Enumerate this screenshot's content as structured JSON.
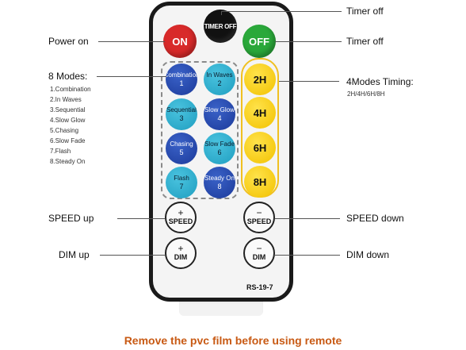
{
  "remote": {
    "model": "RS-19-7",
    "buttons": {
      "on": "ON",
      "timer_off": "TIMER OFF",
      "off": "OFF"
    },
    "modes": [
      {
        "name": "Combination",
        "num": "1",
        "color": "#2a4fb8"
      },
      {
        "name": "In Waves",
        "num": "2",
        "color": "#2ab0d0"
      },
      {
        "name": "Sequential",
        "num": "3",
        "color": "#2ab0d0"
      },
      {
        "name": "Slow Glow",
        "num": "4",
        "color": "#2a4fb8"
      },
      {
        "name": "Chasing",
        "num": "5",
        "color": "#2a4fb8"
      },
      {
        "name": "Slow Fade",
        "num": "6",
        "color": "#2ab0d0"
      },
      {
        "name": "Flash",
        "num": "7",
        "color": "#2ab0d0"
      },
      {
        "name": "Steady On",
        "num": "8",
        "color": "#2a4fb8"
      }
    ],
    "timers": [
      "2H",
      "4H",
      "6H",
      "8H"
    ],
    "speed_up": {
      "symbol": "+",
      "label": "SPEED"
    },
    "speed_down": {
      "symbol": "−",
      "label": "SPEED"
    },
    "dim_up": {
      "symbol": "+",
      "label": "DIM"
    },
    "dim_down": {
      "symbol": "−",
      "label": "DIM"
    }
  },
  "callouts": {
    "timer_off_top": "Timer off",
    "power_on": "Power on",
    "timer_off_right": "Timer off",
    "modes_title": "8 Modes:",
    "modes_list": [
      "1.Combination",
      "2.In Waves",
      "3.Sequential",
      "4.Slow Glow",
      "5.Chasing",
      "6.Slow Fade",
      "7.Flash",
      "8.Steady On"
    ],
    "timing_title": "4Modes Timing:",
    "timing_sub": "2H/4H/6H/8H",
    "speed_up": "SPEED up",
    "speed_down": "SPEED down",
    "dim_up": "DIM up",
    "dim_down": "DIM down"
  },
  "note": "Remove the pvc film before using remote",
  "colors": {
    "on": "#d82a2a",
    "off": "#2aa83a",
    "timer_yellow": "#f2c200",
    "note_orange": "#c85a14"
  }
}
